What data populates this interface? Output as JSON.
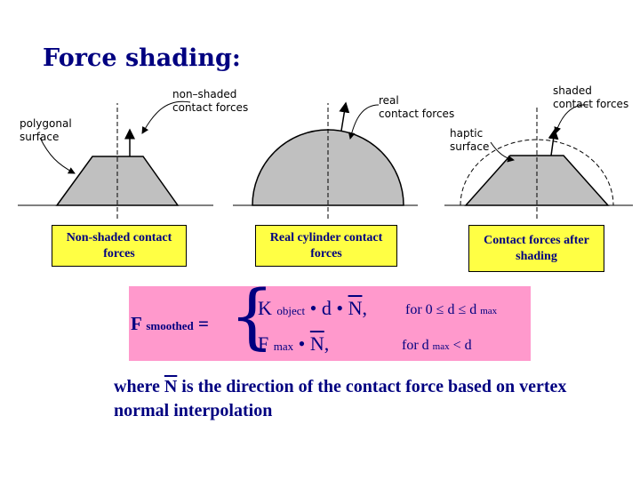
{
  "title": "Force shading:",
  "figure": {
    "labels": {
      "non_shaded_1": "non–shaded",
      "non_shaded_2": "contact forces",
      "polygonal_1": "polygonal",
      "polygonal_2": "surface",
      "real_1": "real",
      "real_2": "contact forces",
      "shaded_1": "shaded",
      "shaded_2": "contact forces",
      "haptic_1": "haptic",
      "haptic_2": "surface"
    }
  },
  "captions": {
    "non_shaded": "Non-shaded contact forces",
    "real_cylinder": "Real cylinder contact forces",
    "after_shading": "Contact forces after shading"
  },
  "equation": {
    "lhs_F": "F",
    "lhs_sub": "smoothed",
    "equals": "=",
    "case1_K": "K",
    "case1_sub": "object",
    "case1_mid": "• d •",
    "case1_N": "N",
    "case1_end": ",",
    "case1_cond_a": "for 0 ≤ d ≤ d",
    "case1_cond_sub": "max",
    "case2_F": "F",
    "case2_sub": "max",
    "case2_mid": "•",
    "case2_N": "N",
    "case2_end": ",",
    "case2_cond_a": "for d",
    "case2_cond_sub": "max",
    "case2_cond_b": "< d"
  },
  "note": {
    "before": "where",
    "N": "N",
    "after": "is the direction of the contact force based on vertex normal interpolation"
  }
}
